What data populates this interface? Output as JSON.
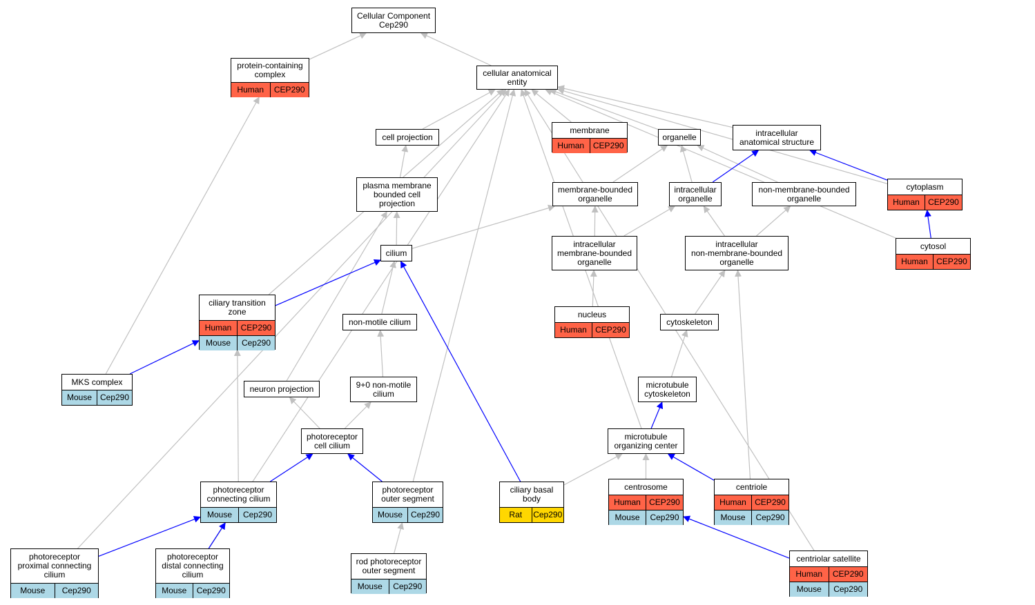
{
  "colors": {
    "Human": "#ff6347",
    "Mouse": "#add8e6",
    "Rat": "#ffd700",
    "edge_default": "#c0c0c0",
    "edge_highlight": "#0000ff"
  },
  "nodes": [
    {
      "id": "cc",
      "label": "Cellular Component\nCep290",
      "rows": []
    },
    {
      "id": "pcc",
      "label": "protein-containing\ncomplex",
      "rows": [
        [
          "Human",
          "CEP290"
        ]
      ]
    },
    {
      "id": "cae",
      "label": "cellular anatomical\nentity",
      "rows": []
    },
    {
      "id": "cp",
      "label": "cell projection",
      "rows": []
    },
    {
      "id": "membrane",
      "label": "membrane",
      "rows": [
        [
          "Human",
          "CEP290"
        ]
      ]
    },
    {
      "id": "organelle",
      "label": "organelle",
      "rows": []
    },
    {
      "id": "ias",
      "label": "intracellular\nanatomical structure",
      "rows": []
    },
    {
      "id": "pmbcp",
      "label": "plasma membrane\nbounded cell\nprojection",
      "rows": []
    },
    {
      "id": "mbo",
      "label": "membrane-bounded\norganelle",
      "rows": []
    },
    {
      "id": "io",
      "label": "intracellular\norganelle",
      "rows": []
    },
    {
      "id": "nmbo",
      "label": "non-membrane-bounded\norganelle",
      "rows": []
    },
    {
      "id": "cytoplasm",
      "label": "cytoplasm",
      "rows": [
        [
          "Human",
          "CEP290"
        ]
      ]
    },
    {
      "id": "cilium",
      "label": "cilium",
      "rows": []
    },
    {
      "id": "imbo",
      "label": "intracellular\nmembrane-bounded\norganelle",
      "rows": []
    },
    {
      "id": "inmbo",
      "label": "intracellular\nnon-membrane-bounded\norganelle",
      "rows": []
    },
    {
      "id": "cytosol",
      "label": "cytosol",
      "rows": [
        [
          "Human",
          "CEP290"
        ]
      ]
    },
    {
      "id": "ctz",
      "label": "ciliary transition\nzone",
      "rows": [
        [
          "Human",
          "CEP290"
        ],
        [
          "Mouse",
          "Cep290"
        ]
      ]
    },
    {
      "id": "nmc",
      "label": "non-motile cilium",
      "rows": []
    },
    {
      "id": "nucleus",
      "label": "nucleus",
      "rows": [
        [
          "Human",
          "CEP290"
        ]
      ]
    },
    {
      "id": "cytoskeleton",
      "label": "cytoskeleton",
      "rows": []
    },
    {
      "id": "mks",
      "label": "MKS complex",
      "rows": [
        [
          "Mouse",
          "Cep290"
        ]
      ]
    },
    {
      "id": "np",
      "label": "neuron projection",
      "rows": []
    },
    {
      "id": "nine",
      "label": "9+0 non-motile\ncilium",
      "rows": []
    },
    {
      "id": "mtcs",
      "label": "microtubule\ncytoskeleton",
      "rows": []
    },
    {
      "id": "pcil",
      "label": "photoreceptor\ncell cilium",
      "rows": []
    },
    {
      "id": "mtoc",
      "label": "microtubule\norganizing center",
      "rows": []
    },
    {
      "id": "pconn",
      "label": "photoreceptor\nconnecting cilium",
      "rows": [
        [
          "Mouse",
          "Cep290"
        ]
      ]
    },
    {
      "id": "pos",
      "label": "photoreceptor\nouter segment",
      "rows": [
        [
          "Mouse",
          "Cep290"
        ]
      ]
    },
    {
      "id": "cbb",
      "label": "ciliary basal\nbody",
      "rows": [
        [
          "Rat",
          "Cep290"
        ]
      ]
    },
    {
      "id": "centrosome",
      "label": "centrosome",
      "rows": [
        [
          "Human",
          "CEP290"
        ],
        [
          "Mouse",
          "Cep290"
        ]
      ]
    },
    {
      "id": "centriole",
      "label": "centriole",
      "rows": [
        [
          "Human",
          "CEP290"
        ],
        [
          "Mouse",
          "Cep290"
        ]
      ]
    },
    {
      "id": "ppcc",
      "label": "photoreceptor\nproximal connecting\ncilium",
      "rows": [
        [
          "Mouse",
          "Cep290"
        ]
      ]
    },
    {
      "id": "pdcc",
      "label": "photoreceptor\ndistal connecting\ncilium",
      "rows": [
        [
          "Mouse",
          "Cep290"
        ]
      ]
    },
    {
      "id": "rpos",
      "label": "rod photoreceptor\nouter segment",
      "rows": [
        [
          "Mouse",
          "Cep290"
        ]
      ]
    },
    {
      "id": "csat",
      "label": "centriolar satellite",
      "rows": [
        [
          "Human",
          "CEP290"
        ],
        [
          "Mouse",
          "Cep290"
        ]
      ]
    }
  ],
  "edges": [
    [
      "pcc",
      "cc",
      0
    ],
    [
      "cae",
      "cc",
      0
    ],
    [
      "cp",
      "cae",
      0
    ],
    [
      "membrane",
      "cae",
      0
    ],
    [
      "organelle",
      "cae",
      0
    ],
    [
      "ias",
      "cae",
      0
    ],
    [
      "cytoplasm",
      "cae",
      0
    ],
    [
      "csat",
      "cae",
      0
    ],
    [
      "cytosol",
      "cae",
      0
    ],
    [
      "ctz",
      "cae",
      0
    ],
    [
      "ppcc",
      "cae",
      0
    ],
    [
      "pdcc",
      "cae",
      0
    ],
    [
      "pos",
      "cae",
      0
    ],
    [
      "mtoc",
      "cae",
      0
    ],
    [
      "mks",
      "pcc",
      0
    ],
    [
      "pmbcp",
      "cp",
      0
    ],
    [
      "mbo",
      "organelle",
      0
    ],
    [
      "io",
      "organelle",
      0
    ],
    [
      "nmbo",
      "organelle",
      0
    ],
    [
      "io",
      "ias",
      1
    ],
    [
      "cytoplasm",
      "ias",
      1
    ],
    [
      "cytosol",
      "cytoplasm",
      1
    ],
    [
      "cilium",
      "pmbcp",
      0
    ],
    [
      "np",
      "pmbcp",
      0
    ],
    [
      "cilium",
      "mbo",
      0
    ],
    [
      "imbo",
      "mbo",
      0
    ],
    [
      "imbo",
      "io",
      0
    ],
    [
      "inmbo",
      "io",
      0
    ],
    [
      "inmbo",
      "nmbo",
      0
    ],
    [
      "ctz",
      "cilium",
      1
    ],
    [
      "nmc",
      "cilium",
      0
    ],
    [
      "cbb",
      "cilium",
      1
    ],
    [
      "nucleus",
      "imbo",
      0
    ],
    [
      "cytoskeleton",
      "inmbo",
      0
    ],
    [
      "centriole",
      "inmbo",
      0
    ],
    [
      "mks",
      "ctz",
      1
    ],
    [
      "pconn",
      "ctz",
      0
    ],
    [
      "nine",
      "nmc",
      0
    ],
    [
      "mtcs",
      "cytoskeleton",
      0
    ],
    [
      "pcil",
      "np",
      0
    ],
    [
      "pcil",
      "nine",
      0
    ],
    [
      "mtoc",
      "mtcs",
      1
    ],
    [
      "pconn",
      "pcil",
      1
    ],
    [
      "pos",
      "pcil",
      1
    ],
    [
      "cbb",
      "mtoc",
      0
    ],
    [
      "centrosome",
      "mtoc",
      0
    ],
    [
      "centriole",
      "mtoc",
      1
    ],
    [
      "ppcc",
      "pconn",
      1
    ],
    [
      "pdcc",
      "pconn",
      1
    ],
    [
      "rpos",
      "pos",
      0
    ],
    [
      "csat",
      "centrosome",
      1
    ]
  ]
}
